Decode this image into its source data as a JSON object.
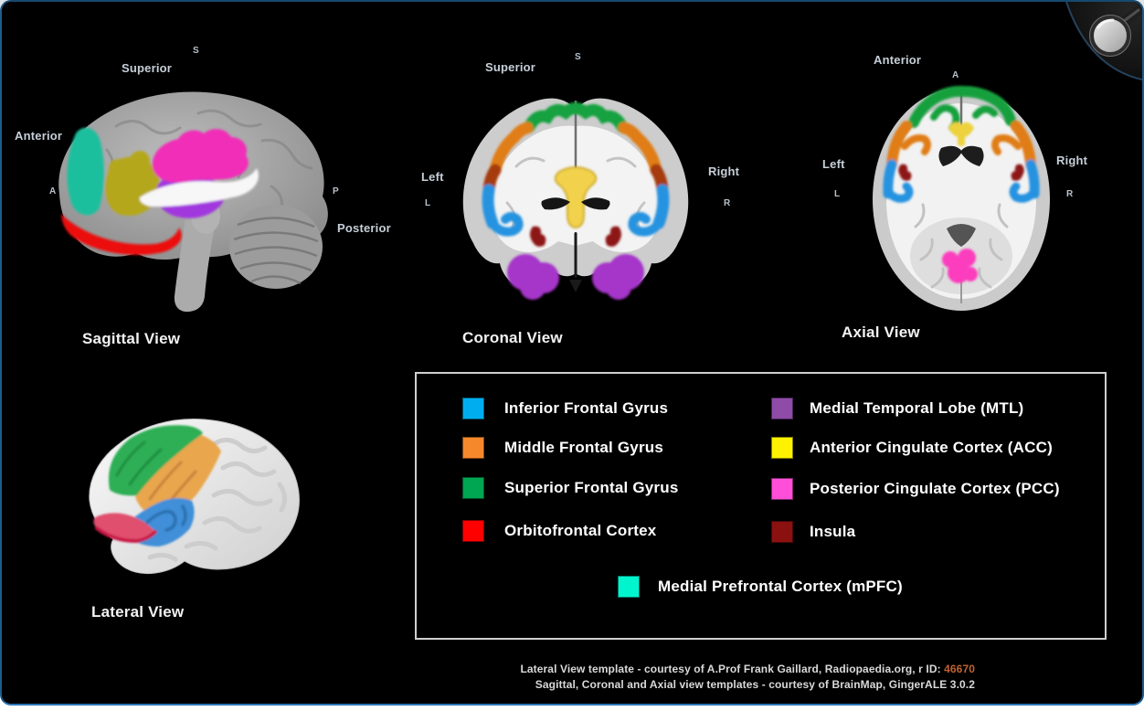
{
  "views": {
    "sagittal": {
      "caption": "Sagittal View",
      "superior_label": "Superior",
      "s_letter": "S",
      "anterior_label": "Anterior",
      "a_letter": "A",
      "p_letter": "P",
      "posterior_label": "Posterior"
    },
    "coronal": {
      "caption": "Coronal View",
      "superior_label": "Superior",
      "s_letter": "S",
      "left_label": "Left",
      "l_letter": "L",
      "right_label": "Right",
      "r_letter": "R"
    },
    "axial": {
      "caption": "Axial View",
      "anterior_label": "Anterior",
      "a_letter": "A",
      "left_label": "Left",
      "l_letter": "L",
      "right_label": "Right",
      "r_letter": "R"
    },
    "lateral": {
      "caption": "Lateral View"
    }
  },
  "legend": {
    "left": [
      {
        "label": "Inferior Frontal Gyrus",
        "color": "#00AEEF"
      },
      {
        "label": "Middle Frontal Gyrus",
        "color": "#F6882C"
      },
      {
        "label": "Superior Frontal Gyrus",
        "color": "#00A651"
      },
      {
        "label": "Orbitofrontal Cortex",
        "color": "#FF0000"
      }
    ],
    "right": [
      {
        "label": "Medial Temporal Lobe (MTL)",
        "color": "#8E4BA8"
      },
      {
        "label": "Anterior Cingulate Cortex (ACC)",
        "color": "#FFF200"
      },
      {
        "label": "Posterior Cingulate Cortex (PCC)",
        "color": "#FF4FD8"
      },
      {
        "label": "Insula",
        "color": "#8B1111"
      }
    ],
    "bottom": [
      {
        "label": "Medial Prefrontal Cortex (mPFC)",
        "color": "#00F5CE"
      }
    ]
  },
  "credits": {
    "line1_prefix": "Lateral View template -  courtesy of A.Prof Frank Gaillard, Radiopaedia.org, r ID: ",
    "line1_id": "46670",
    "line2": "Sagittal, Coronal and Axial view templates - courtesy of BrainMap, GingerALE 3.0.2"
  },
  "icons": {
    "magnifier": "magnifier-icon"
  },
  "colors": {
    "background": "#000000",
    "frame_border": "#2E75B6",
    "legend_border": "#CFCFCF"
  }
}
